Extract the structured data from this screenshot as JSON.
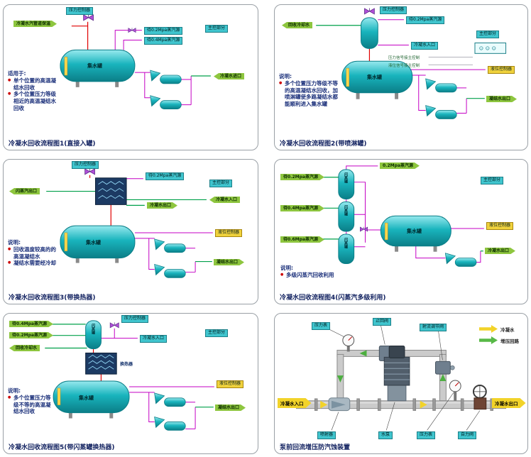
{
  "panels": {
    "p1": {
      "caption": "冷凝水回收流程图1(直接入罐)",
      "pressure_controller": "压力控制器",
      "insulation_note": "冷凝水汽管道保温",
      "steam_02": "待0.2Mpa蒸汽源",
      "steam_04": "待0.4Mpa蒸汽源",
      "main_control": "主控部分",
      "tank": "集水罐",
      "inlet": "冷凝水进口",
      "usage_title": "适用于:",
      "usage_items": [
        "单个位置的高温凝结水回收",
        "多个位置压力等级相近的高温凝结水回收"
      ]
    },
    "p2": {
      "caption": "冷凝水回收流程图2(带喷淋罐)",
      "cooling_water": "回收冷却水",
      "pressure_controller": "压力控制器",
      "steam_02": "待0.2Mpa蒸汽源",
      "inlet": "冷凝水入口",
      "pressure_signal": "压力信号接主控制",
      "level_signal": "液位信号接主控制",
      "main_control": "主控部分",
      "tank": "集水罐",
      "level_controller": "液位控制器",
      "outlet": "凝结水出口",
      "note_title": "说明:",
      "note_items": [
        "多个位置压力等级不等的高温凝结水回收，加喷淋罐使多路凝结水都能顺利进入集水罐"
      ]
    },
    "p3": {
      "caption": "冷凝水回收流程图3(带换热器)",
      "pressure_controller": "压力控制器",
      "flash_out": "闪蒸汽出口",
      "steam_02": "待0.2Mpa蒸汽源",
      "water_in": "冷凝水入口",
      "water_out": "冷凝水出口",
      "main_control": "主控部分",
      "tank": "集水罐",
      "level_controller": "液位控制器",
      "outlet": "凝结水出口",
      "note_title": "说明:",
      "note_items": [
        "回收温度较高的的高温凝结水",
        "凝结水需要经冷却"
      ]
    },
    "p4": {
      "caption": "冷凝水回收流程图4(闪蒸汽多级利用)",
      "steam_in_02": "待0.2Mpa蒸汽源",
      "steam_in_04": "待0.4Mpa蒸汽源",
      "steam_in_06": "待0.6Mpa蒸汽源",
      "steam_out_02": "0.2Mpa蒸汽源",
      "flash_tank": "闪蒸罐",
      "tank": "集水罐",
      "main_control": "主控部分",
      "level_controller": "液位控制器",
      "outlet": "冷凝水出口",
      "note_title": "说明:",
      "note_items": [
        "多级闪蒸汽回收利用"
      ]
    },
    "p5": {
      "caption": "冷凝水回收流程图5(带闪蒸罐换热器)",
      "steam_in_04": "待0.4Mpa蒸汽源",
      "steam_in_02": "待0.2Mpa蒸汽源",
      "cooling_water": "回收冷却水",
      "pressure_controller": "压力控制器",
      "flash_tank": "闪蒸罐",
      "exchanger": "换热器",
      "inlet": "冷凝水入口",
      "main_control": "主控部分",
      "tank": "集水罐",
      "level_controller": "液位控制器",
      "outlet": "凝结水出口",
      "note_title": "说明:",
      "note_items": [
        "多个位置压力等级不等的高温凝结水回收"
      ]
    },
    "p6": {
      "caption": "泵前回流增压防汽蚀装置",
      "gauge_top": "压力表",
      "check_valve": "止回阀",
      "jet_valve": "射流调节阀",
      "legend_condensate": "冷凝水",
      "legend_boost": "增压回路",
      "inlet": "冷凝水入口",
      "outlet": "冷凝水出口",
      "ejector": "喷射器",
      "pump": "水泵",
      "gauge_bottom": "压力表",
      "self_valve": "自力阀"
    }
  }
}
